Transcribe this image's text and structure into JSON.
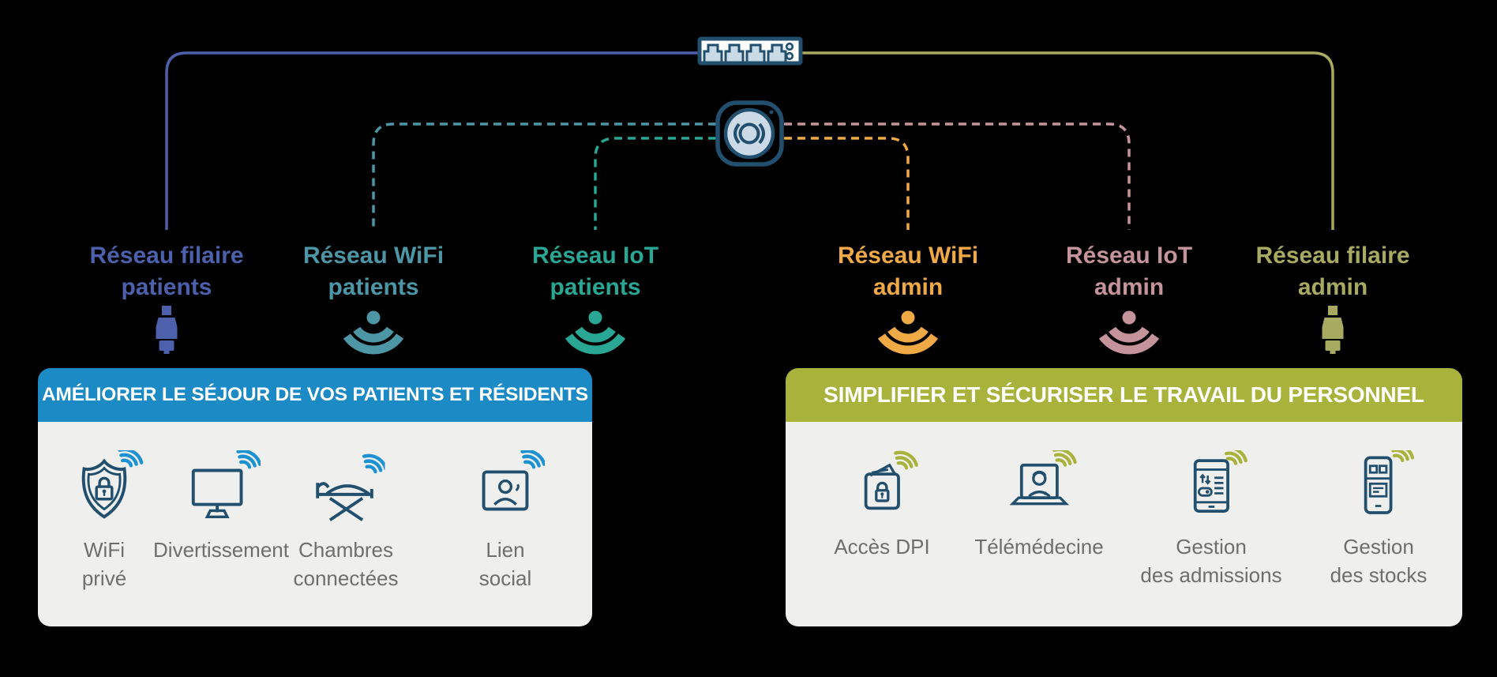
{
  "diagram_title": "Hospital network segmentation diagram",
  "colors": {
    "background": "#000000",
    "icon_outline": "#214f6d",
    "panel_body": "#efefee",
    "patients_accent": "#1b8ac5",
    "staff_accent": "#a9b23a",
    "label_gray": "#6e6e6e",
    "wired_patients": "#4d60ab",
    "wifi_patients": "#4c96a6",
    "iot_patients": "#29a694",
    "wifi_admin": "#efaa45",
    "iot_admin": "#c5949b",
    "wired_admin": "#a9aa62"
  },
  "topology": {
    "switch_icon": "network-switch",
    "access_point_icon": "wireless-access-point"
  },
  "networks": [
    {
      "line1": "Réseau filaire",
      "line2": "patients",
      "color": "#4d60ab",
      "line_style": "solid",
      "connector": "ethernet-plug"
    },
    {
      "line1": "Réseau WiFi",
      "line2": "patients",
      "color": "#4c96a6",
      "line_style": "dashed",
      "connector": "wifi-signal"
    },
    {
      "line1": "Réseau IoT",
      "line2": "patients",
      "color": "#29a694",
      "line_style": "dashed",
      "connector": "wifi-signal"
    },
    {
      "line1": "Réseau WiFi",
      "line2": "admin",
      "color": "#efaa45",
      "line_style": "dashed",
      "connector": "wifi-signal"
    },
    {
      "line1": "Réseau IoT",
      "line2": "admin",
      "color": "#c5949b",
      "line_style": "dashed",
      "connector": "wifi-signal"
    },
    {
      "line1": "Réseau filaire",
      "line2": "admin",
      "color": "#a9aa62",
      "line_style": "solid",
      "connector": "ethernet-plug"
    }
  ],
  "panels": {
    "patients": {
      "title": "AMÉLIORER LE SÉJOUR DE VOS PATIENTS ET RÉSIDENTS",
      "header_color": "#1b8ac5",
      "items": [
        {
          "line1": "WiFi",
          "line2": "privé",
          "icon": "shield-lock"
        },
        {
          "line1": "Divertissement",
          "line2": "",
          "icon": "tv-monitor"
        },
        {
          "line1": "Chambres",
          "line2": "connectées",
          "icon": "hospital-bed"
        },
        {
          "line1": "Lien",
          "line2": "social",
          "icon": "video-call-person"
        }
      ]
    },
    "staff": {
      "title": "SIMPLIFIER ET SÉCURISER LE TRAVAIL DU PERSONNEL",
      "header_color": "#a9b23a",
      "items": [
        {
          "line1": "Accès DPI",
          "line2": "",
          "icon": "locked-records"
        },
        {
          "line1": "Télémédecine",
          "line2": "",
          "icon": "laptop-doctor"
        },
        {
          "line1": "Gestion",
          "line2": "des admissions",
          "icon": "tablet-admissions"
        },
        {
          "line1": "Gestion",
          "line2": "des stocks",
          "icon": "phone-inventory"
        }
      ]
    }
  }
}
